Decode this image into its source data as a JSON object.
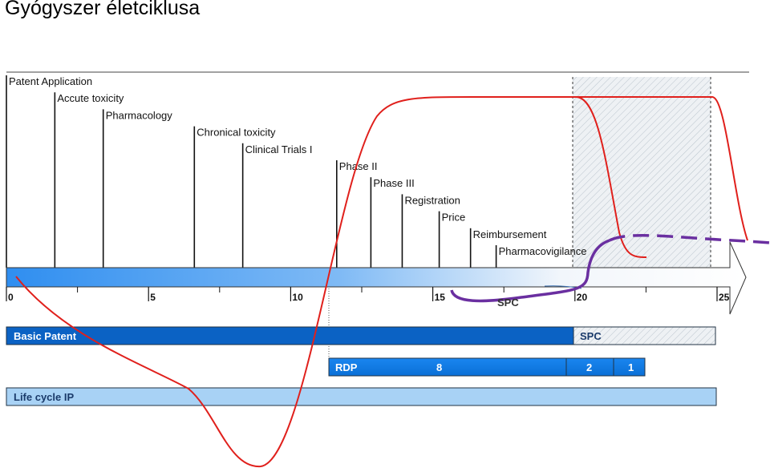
{
  "title": "Gyógyszer életciklusa",
  "milestones": [
    {
      "label": "Patent Application",
      "year": 0
    },
    {
      "label": "Accute toxicity",
      "year": 1.7
    },
    {
      "label": "Pharmacology",
      "year": 3.4
    },
    {
      "label": "Chronical toxicity",
      "year": 6.6
    },
    {
      "label": "Clinical Trials I",
      "year": 8.3
    },
    {
      "label": "Phase II",
      "year": 11.6
    },
    {
      "label": "Phase III",
      "year": 12.8
    },
    {
      "label": "Registration",
      "year": 13.9
    },
    {
      "label": "Price",
      "year": 15.2
    },
    {
      "label": "Reimbursement",
      "year": 16.3
    },
    {
      "label": "Pharmacovigilance",
      "year": 17.2
    }
  ],
  "axis": {
    "ticks": [
      "0",
      "5",
      "10",
      "15",
      "20",
      "25"
    ]
  },
  "spc_curve_label": "SPC",
  "bars": {
    "basic_patent": "Basic Patent",
    "spc": "SPC",
    "rdp": "RDP",
    "rdp_8": "8",
    "rdp_2": "2",
    "rdp_1": "1",
    "life_cycle": "Life cycle IP"
  },
  "colors": {
    "cash_curve": "#e0201c",
    "spc_curve": "#6a2fa0",
    "bar_blue": "#0a6fd6",
    "axis_blue": "#3399ff",
    "life_cycle": "#a8d2f5"
  }
}
